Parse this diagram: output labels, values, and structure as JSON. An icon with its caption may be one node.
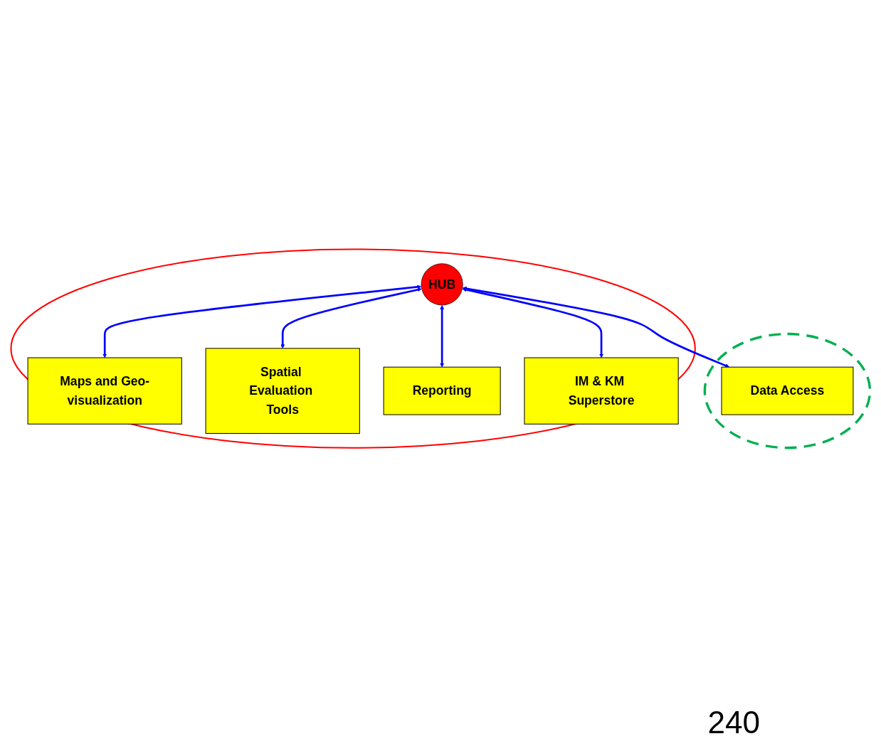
{
  "diagram": {
    "nodes": [
      {
        "text": [],
        "shape": "ellipse"
      },
      {
        "text": [],
        "shape": "ellipse"
      },
      {
        "text": [
          "Data Access"
        ],
        "in": 1
      },
      {
        "text": [
          "Maps and Geo-visualization"
        ],
        "in": 0
      },
      {
        "text": [
          "Spatial Evaluation Tools"
        ],
        "in": 0
      },
      {
        "text": [
          "HUB"
        ],
        "in": 0
      },
      {
        "text": [
          "Reporting"
        ],
        "in": 0
      },
      {
        "text": [
          "IM & KM Superstore"
        ],
        "in": 0
      }
    ],
    "edges": [
      {
        "from": 5,
        "to": 2,
        "arrow": "both"
      },
      {
        "from": 5,
        "to": 3,
        "arrow": "both"
      },
      {
        "from": 5,
        "to": 4,
        "arrow": "both"
      },
      {
        "from": 5,
        "to": 6,
        "arrow": "both"
      },
      {
        "from": 5,
        "to": 7,
        "arrow": "both"
      }
    ],
    "labels": [
      "240"
    ]
  }
}
